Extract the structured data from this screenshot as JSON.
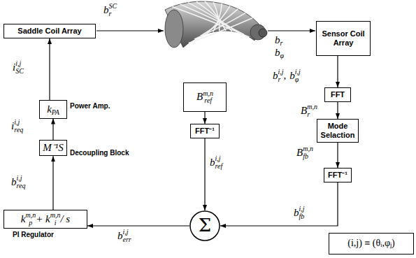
{
  "diagram": {
    "nodes": [
      {
        "text": [
          "Saddle Coil Array"
        ]
      },
      {
        "text": [
          "Sensor Coil Array"
        ]
      },
      {
        "text": [
          "FFT"
        ]
      },
      {
        "text": [
          "Mode Selaction"
        ]
      },
      {
        "text": [
          "FFT⁻¹"
        ]
      },
      {
        "text": [
          "Σ"
        ]
      },
      {
        "text": [
          "B",
          "ref",
          "m,n"
        ]
      },
      {
        "text": [
          "FFT⁻¹"
        ]
      },
      {
        "text": [
          "k",
          "PA",
          "Power Amp."
        ]
      },
      {
        "text": [
          "M⁻¹S",
          "Decoupling Block"
        ]
      },
      {
        "text": [
          "k",
          "p",
          "m,n",
          "+ k",
          "i",
          "m,n",
          "/ s",
          "PI Regulator"
        ]
      },
      {
        "text": [
          "(i,j) ≡ (θᵢ,φⱼ)"
        ]
      }
    ],
    "edges": [
      {
        "from": 1,
        "to": 2,
        "arrow": "to"
      },
      {
        "from": 2,
        "to": 3,
        "arrow": "to"
      },
      {
        "from": 3,
        "to": 4,
        "arrow": "to"
      },
      {
        "from": 4,
        "to": 5,
        "arrow": "to"
      },
      {
        "from": 6,
        "to": 7,
        "arrow": "to"
      },
      {
        "from": 7,
        "to": 5,
        "arrow": "to"
      },
      {
        "from": 5,
        "to": 10,
        "arrow": "to"
      },
      {
        "from": 10,
        "to": 9,
        "arrow": "to"
      },
      {
        "from": 9,
        "to": 8,
        "arrow": "to"
      },
      {
        "from": 8,
        "to": 0,
        "arrow": "to"
      }
    ],
    "labels": [
      "b",
      "r",
      "SC",
      "b",
      "r",
      "b",
      "φ",
      "b",
      "r",
      "i,j",
      ",",
      "b",
      "φ",
      "i,j",
      "B",
      "r",
      "m,n",
      "B",
      "fb",
      "m,n",
      "b",
      "fb",
      "i,j",
      "b",
      "ref",
      "i,j",
      "b",
      "err",
      "i,j",
      "b",
      "req",
      "i,j",
      "i",
      "req",
      "i,j",
      "i",
      "SC",
      "i,j"
    ]
  }
}
